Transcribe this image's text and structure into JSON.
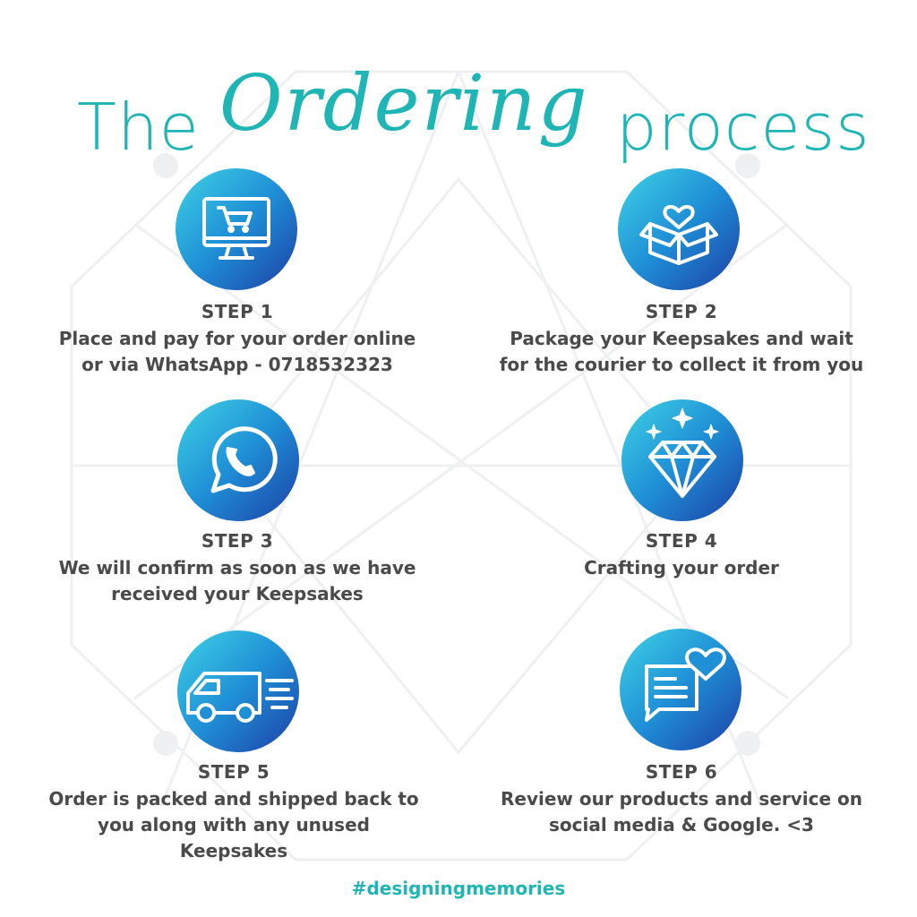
{
  "title": {
    "part1": "The",
    "part2": "Ordering",
    "part3": "process"
  },
  "steps": [
    {
      "label": "STEP 1",
      "line1": "Place and pay for your order online",
      "line2": "or via WhatsApp - 0718532323",
      "line3": "",
      "icon": "monitor-cart-icon"
    },
    {
      "label": "STEP 2",
      "line1": "Package your Keepsakes and wait",
      "line2": "for the courier to collect it from you",
      "line3": "",
      "icon": "box-heart-icon"
    },
    {
      "label": "STEP 3",
      "line1": "We will confirm as soon as we have",
      "line2": "received your Keepsakes",
      "line3": "",
      "icon": "whatsapp-icon"
    },
    {
      "label": "STEP 4",
      "line1": "Crafting your order",
      "line2": "",
      "line3": "",
      "icon": "diamond-icon"
    },
    {
      "label": "STEP 5",
      "line1": "Order is packed and shipped back to",
      "line2": "you along with any unused",
      "line3": "Keepsakes",
      "icon": "delivery-van-icon"
    },
    {
      "label": "STEP 6",
      "line1": "Review our products and service on",
      "line2": "social media & Google. <3",
      "line3": "",
      "icon": "chat-heart-icon"
    }
  ],
  "hashtag": "#designingmemories",
  "colors": {
    "accent": "#1fb5b5",
    "text": "#4a4a4a",
    "gradient_start": "#3fd3e6",
    "gradient_end": "#1c3fa6"
  }
}
